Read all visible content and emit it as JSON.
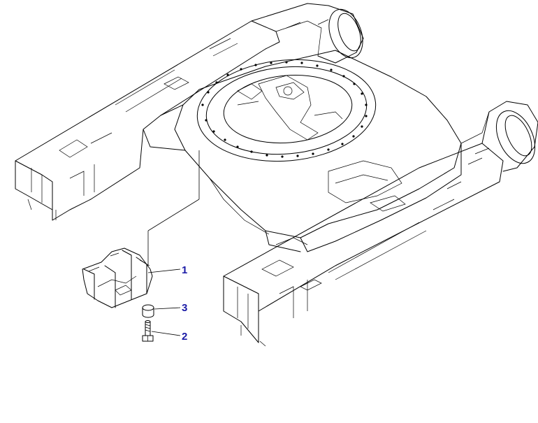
{
  "callouts": [
    {
      "id": "1",
      "label": "1",
      "color": "#1a1aa6"
    },
    {
      "id": "3",
      "label": "3",
      "color": "#1a1aa6"
    },
    {
      "id": "2",
      "label": "2",
      "color": "#1a1aa6"
    }
  ]
}
